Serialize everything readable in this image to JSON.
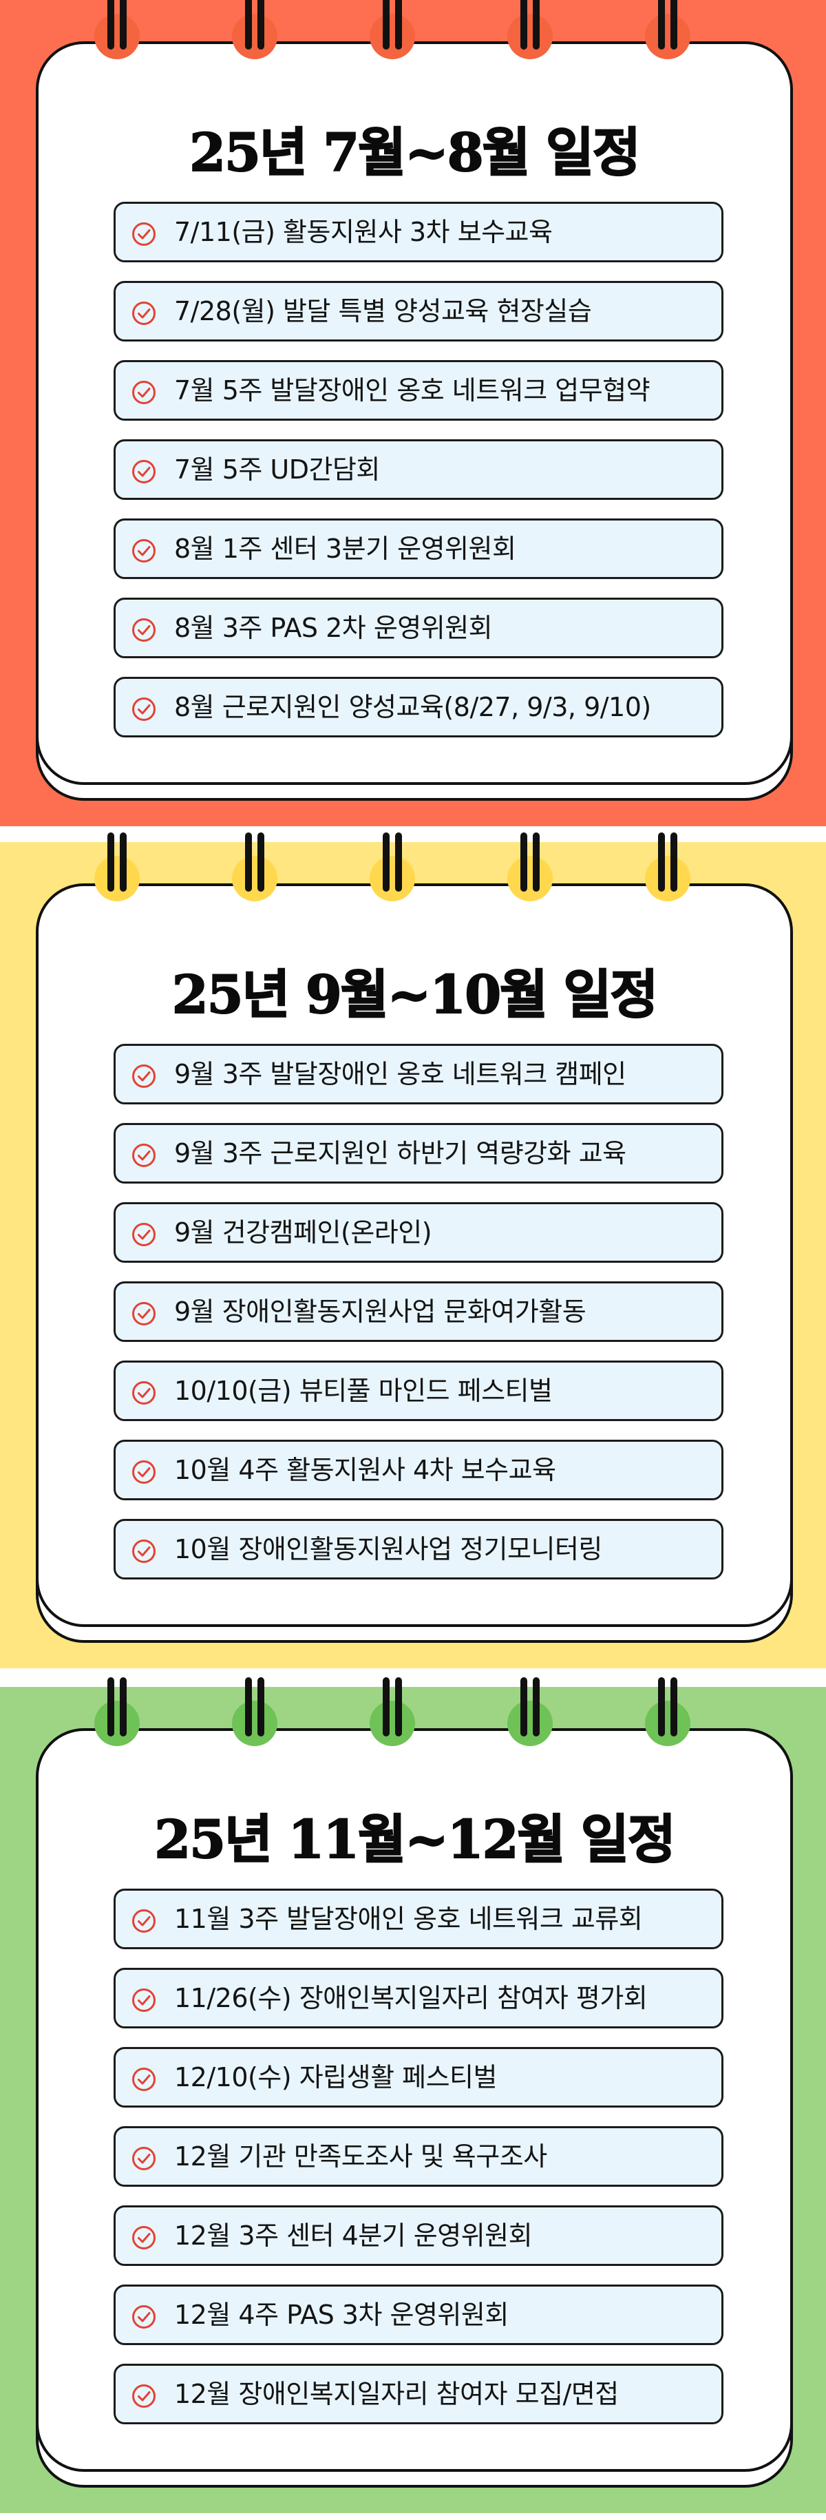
{
  "colors": {
    "section_bg": [
      "#fd6f50",
      "#ffe680",
      "#9dd585"
    ],
    "ring": [
      "#f3643f",
      "#ffd84d",
      "#6fc256"
    ],
    "check": "#e34234",
    "item_bg": "#e8f5fc"
  },
  "sections": [
    {
      "title": "25년 7월~8월 일정",
      "items": [
        "7/11(금) 활동지원사 3차 보수교육",
        "7/28(월) 발달 특별 양성교육 현장실습",
        "7월 5주 발달장애인 옹호 네트워크 업무협약",
        "7월 5주 UD간담회",
        "8월 1주 센터 3분기 운영위원회",
        "8월 3주 PAS 2차 운영위원회",
        "8월 근로지원인 양성교육(8/27, 9/3, 9/10)"
      ]
    },
    {
      "title": "25년 9월~10월 일정",
      "items": [
        "9월 3주 발달장애인 옹호 네트워크 캠페인",
        "9월 3주 근로지원인 하반기 역량강화 교육",
        "9월 건강캠페인(온라인)",
        "9월 장애인활동지원사업 문화여가활동",
        "10/10(금) 뷰티풀 마인드 페스티벌",
        "10월 4주 활동지원사 4차 보수교육",
        "10월 장애인활동지원사업 정기모니터링"
      ]
    },
    {
      "title": "25년 11월~12월 일정",
      "items": [
        "11월 3주 발달장애인 옹호 네트워크 교류회",
        "11/26(수) 장애인복지일자리 참여자 평가회",
        "12/10(수) 자립생활 페스티벌",
        "12월 기관 만족도조사 및 욕구조사",
        "12월 3주 센터 4분기 운영위원회",
        "12월 4주 PAS 3차 운영위원회",
        "12월 장애인복지일자리 참여자 모집/면접"
      ]
    }
  ]
}
